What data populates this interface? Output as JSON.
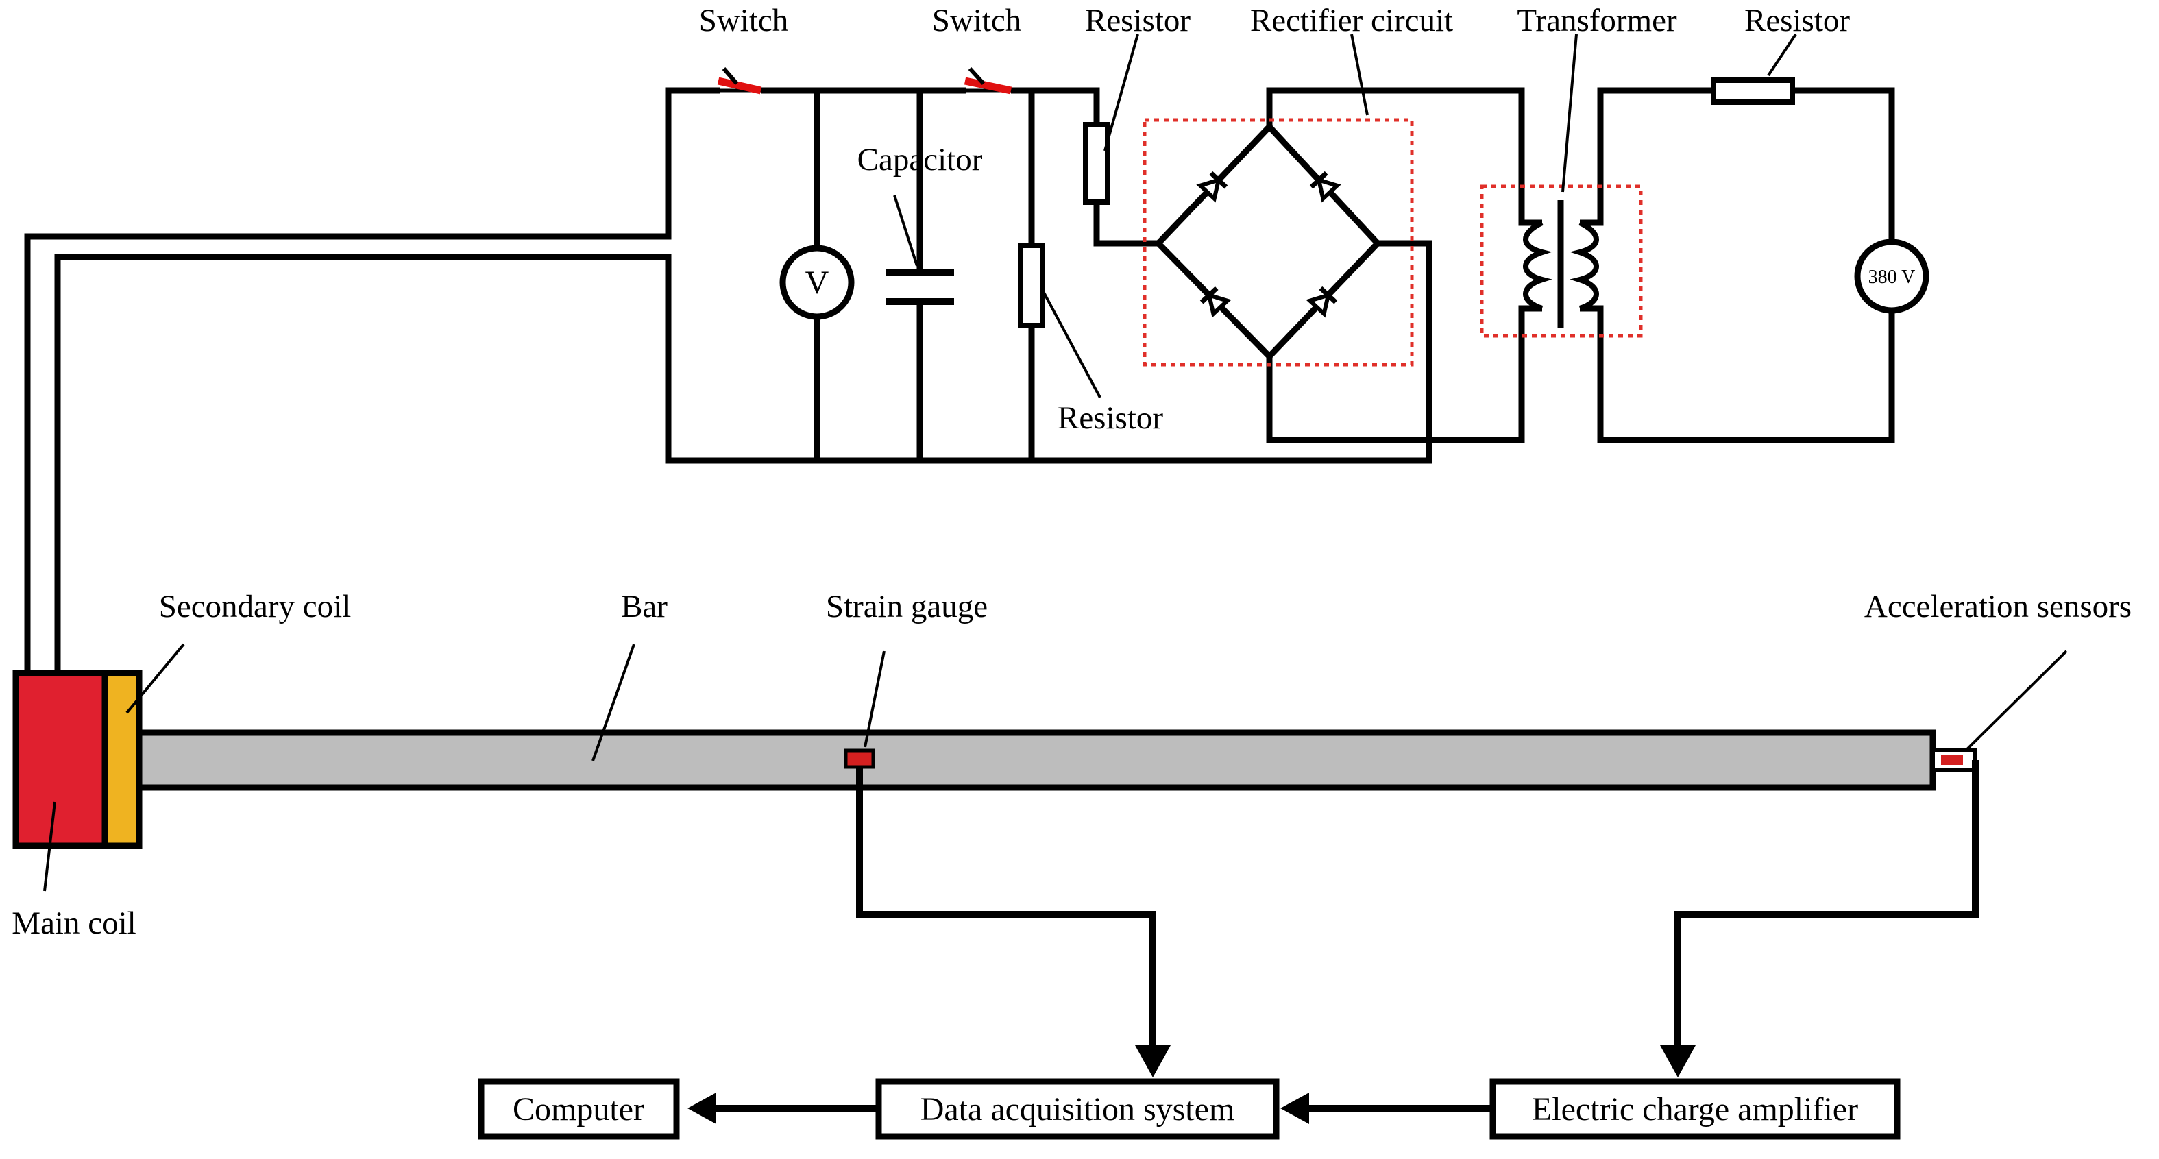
{
  "diagram": {
    "labels": {
      "switch_1": "Switch",
      "switch_2": "Switch",
      "resistor_top": "Resistor",
      "rectifier": "Rectifier circuit",
      "transformer": "Transformer",
      "resistor_right": "Resistor",
      "capacitor": "Capacitor",
      "resistor_mid": "Resistor",
      "voltmeter": "V",
      "source": "380 V",
      "secondary_coil": "Secondary coil",
      "bar": "Bar",
      "strain_gauge": "Strain gauge",
      "acceleration_sensors": "Acceleration sensors",
      "main_coil": "Main coil"
    },
    "boxes": {
      "computer": "Computer",
      "daq": "Data acquisition system",
      "amplifier": "Electric charge amplifier"
    },
    "colors": {
      "line": "#000000",
      "main_coil": "#e0202f",
      "secondary_coil": "#efb321",
      "bar": "#bdbdbd",
      "switch_blade": "#e01010",
      "dotted_box": "#e0302a",
      "sensor": "#d42020"
    }
  }
}
